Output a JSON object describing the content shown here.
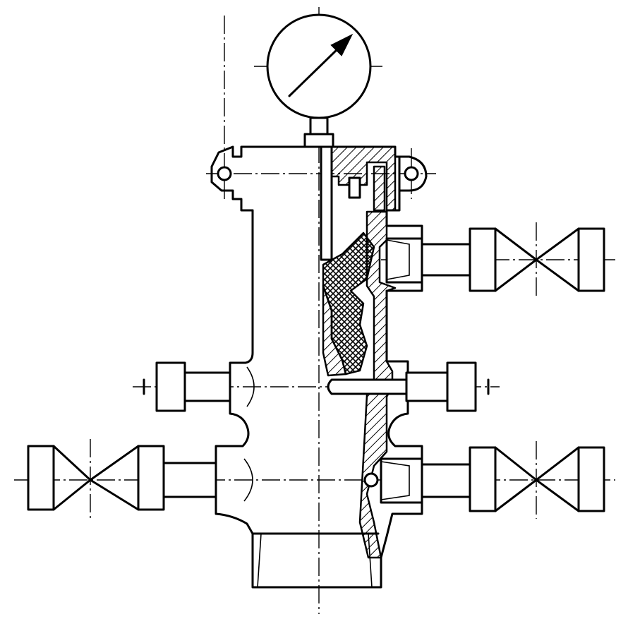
{
  "figure": {
    "components": [
      "pressure-gauge",
      "top-cap",
      "lifting-lug-left",
      "lifting-lug-right",
      "casing-head-body",
      "upper-right-valve",
      "middle-left-test-port",
      "middle-right-test-port",
      "lower-left-valve",
      "lower-right-valve",
      "packing-seal",
      "bottom-thread-section"
    ],
    "line_color": "#000000",
    "background_color": "#ffffff"
  }
}
